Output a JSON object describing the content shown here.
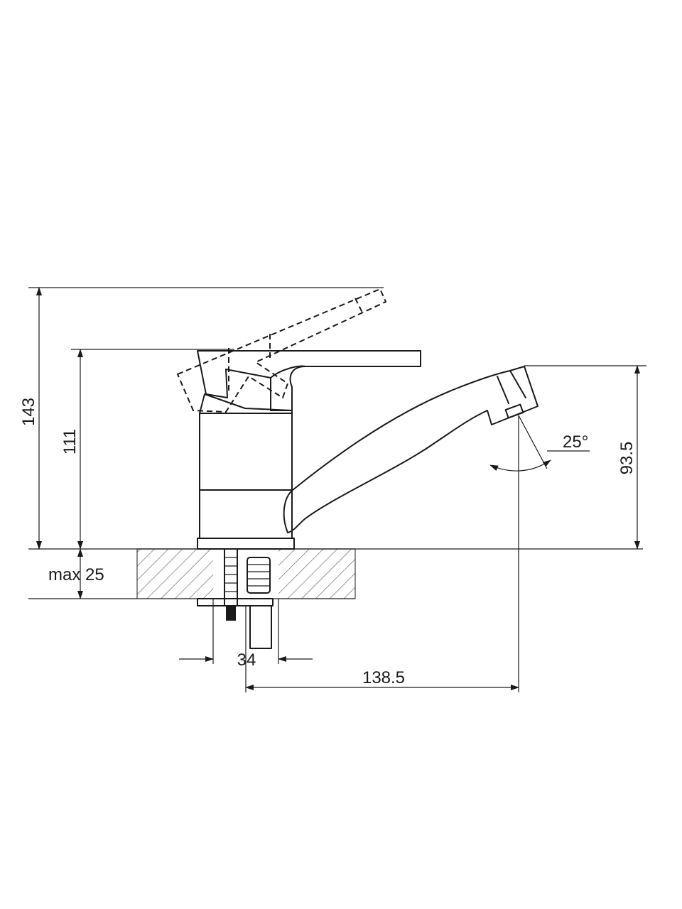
{
  "dimensions": {
    "overall_height": "143",
    "body_height": "111",
    "spout_height": "93.5",
    "max_thickness": "max 25",
    "base_width": "34",
    "reach": "138.5",
    "angle": "25°"
  }
}
